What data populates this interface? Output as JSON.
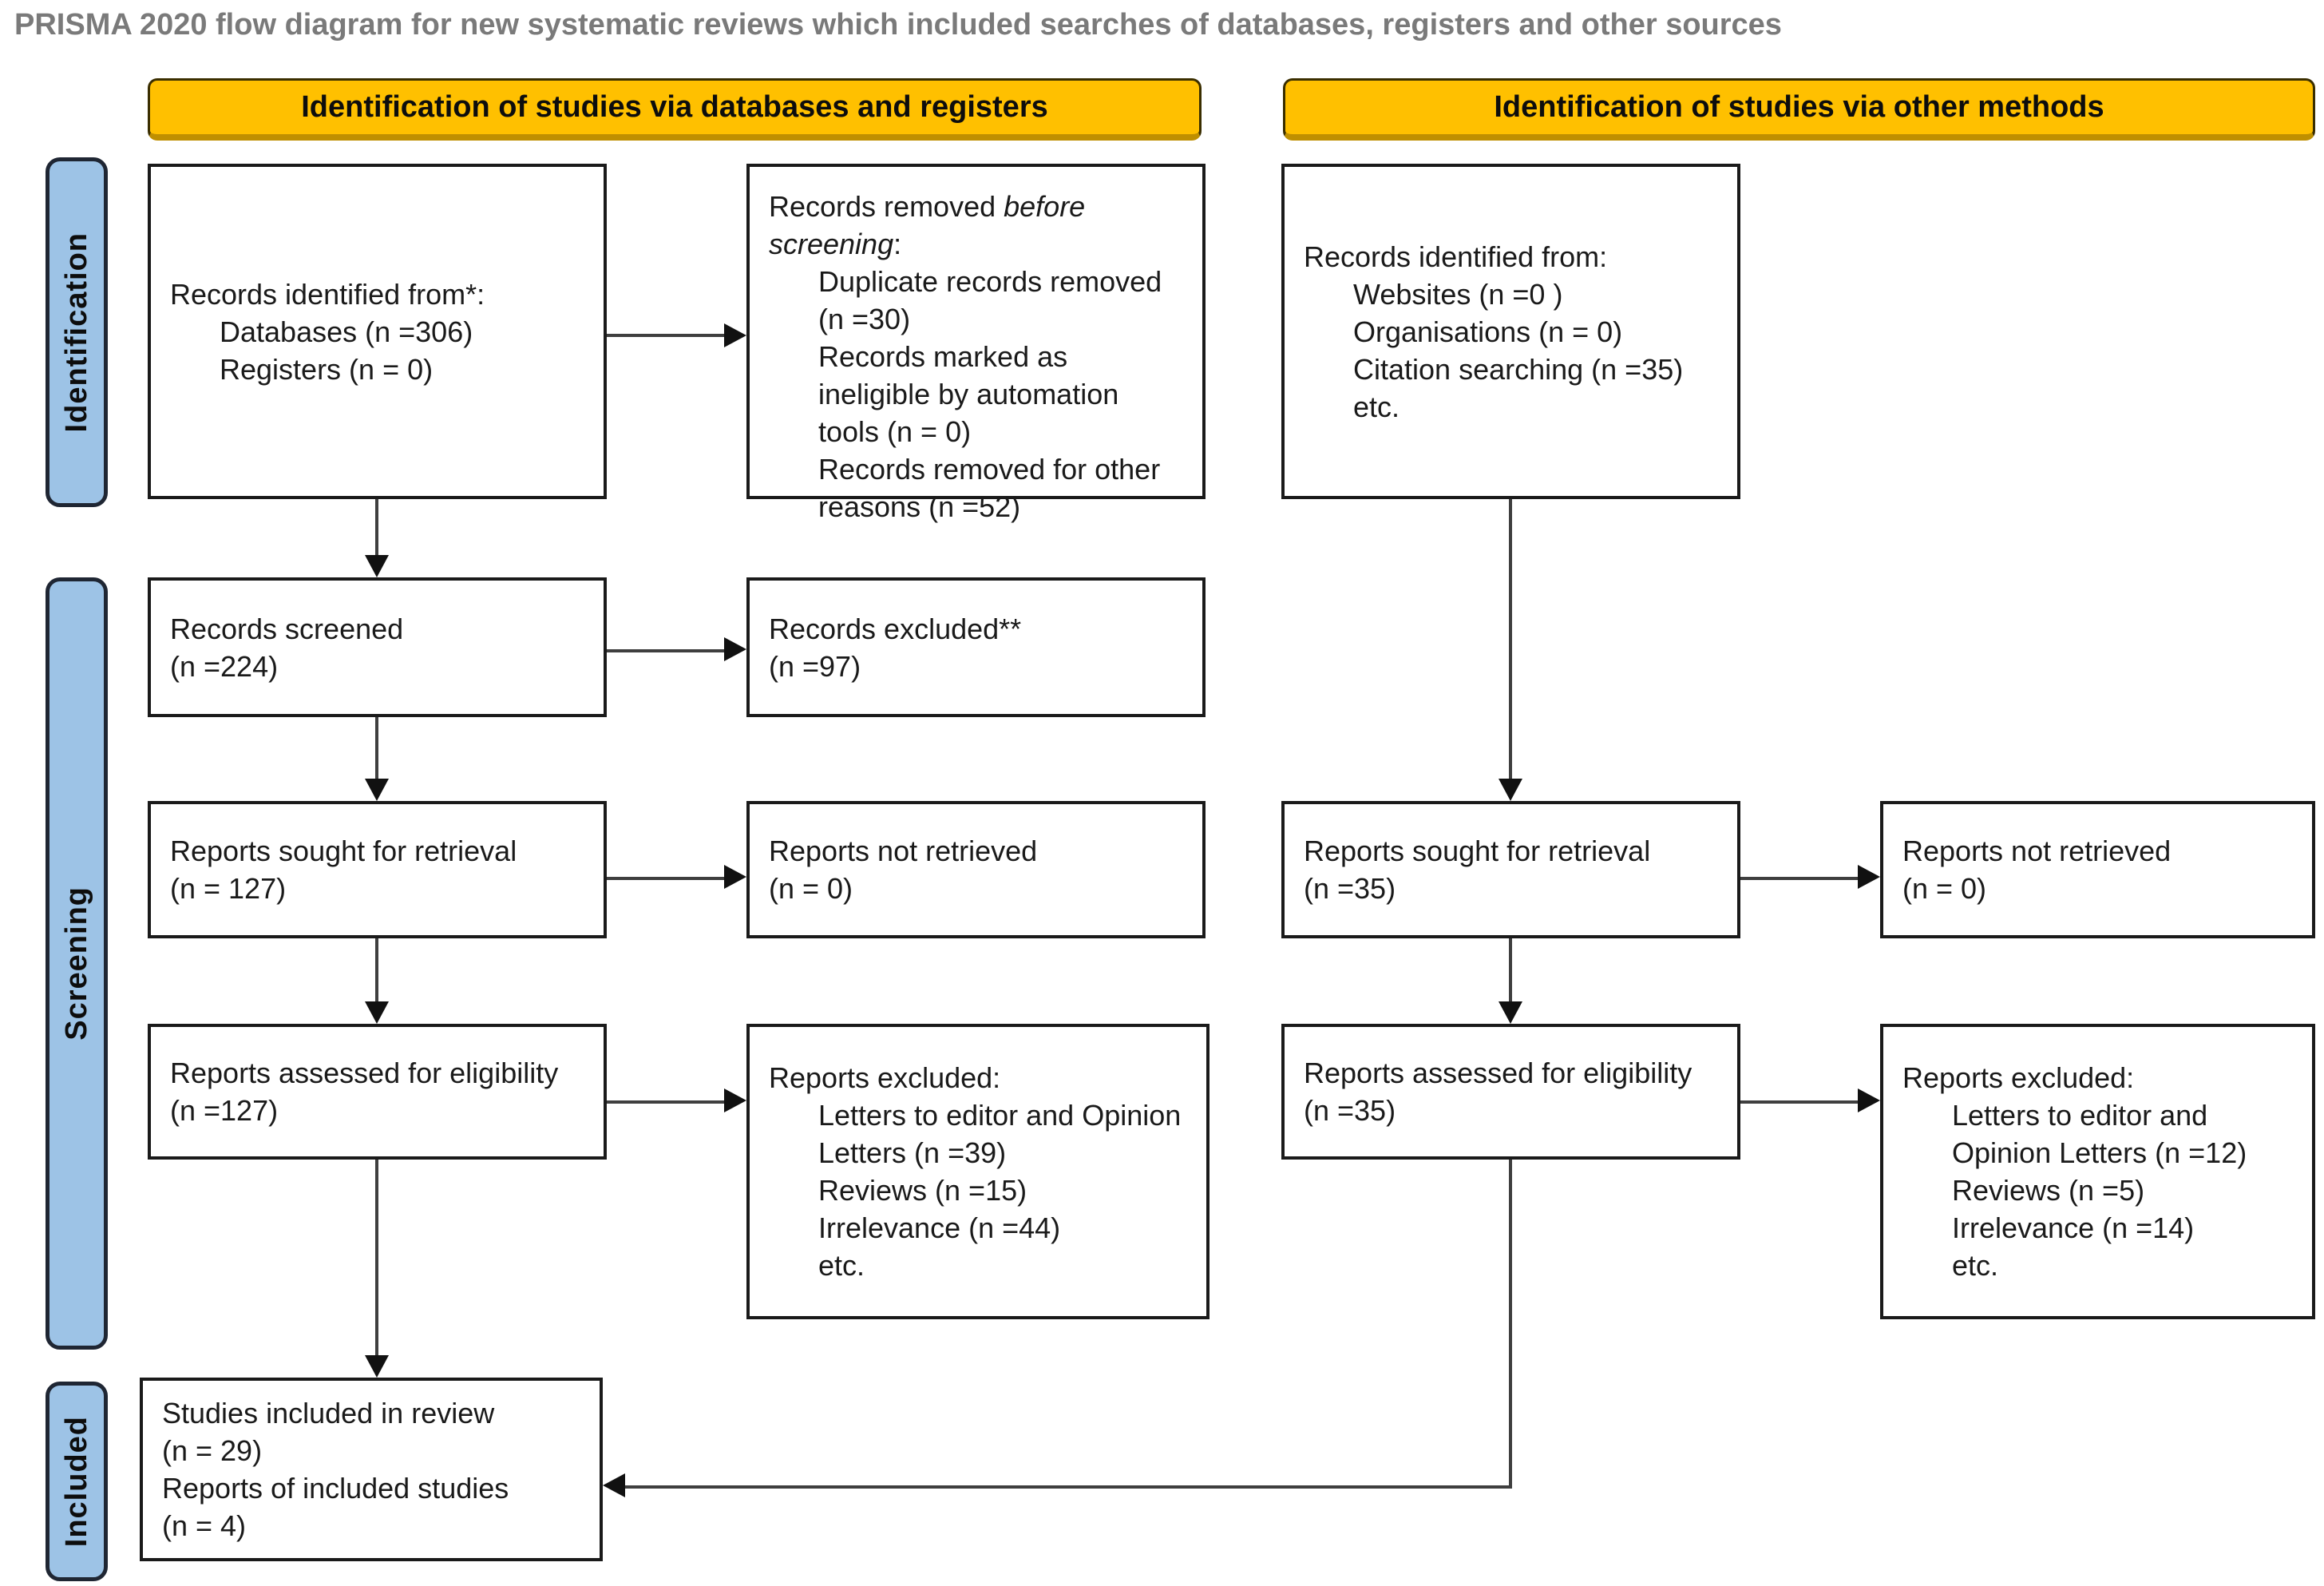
{
  "title": "PRISMA 2020 flow diagram for new systematic reviews which included searches of databases, registers and other sources",
  "banners": {
    "left": "Identification of studies via databases and registers",
    "right": "Identification of studies via other methods"
  },
  "stage_labels": {
    "identification": "Identification",
    "screening": "Screening",
    "included": "Included"
  },
  "colors": {
    "banner_fill": "#FFC000",
    "banner_border": "#BF8F00",
    "stage_fill": "#9DC3E6",
    "stage_border": "#1F2633",
    "box_border": "#1A1A1A",
    "title_color": "#7A7A7A"
  },
  "boxes": {
    "records_identified_db": {
      "line1": "Records identified from*:",
      "line2": "Databases (n =306)",
      "line3": "Registers (n = 0)"
    },
    "records_removed": {
      "prefix": "Records removed ",
      "italic": "before screening",
      "suffix": ":",
      "item1": "Duplicate records removed (n =30)",
      "item2": "Records marked as ineligible by automation tools (n = 0)",
      "item3": "Records removed for other reasons (n =52)"
    },
    "records_identified_other": {
      "line1": "Records identified from:",
      "item1": "Websites (n =0 )",
      "item2": "Organisations (n = 0)",
      "item3": "Citation searching (n =35)",
      "item4": "etc."
    },
    "records_screened": {
      "line1": "Records screened",
      "line2": "(n =224)"
    },
    "records_excluded": {
      "line1": "Records excluded**",
      "line2": "(n =97)"
    },
    "reports_sought_db": {
      "line1": "Reports sought for retrieval",
      "line2": "(n = 127)"
    },
    "reports_not_retrieved_db": {
      "line1": "Reports not retrieved",
      "line2": "(n = 0)"
    },
    "reports_sought_other": {
      "line1": "Reports sought for retrieval",
      "line2": "(n =35)"
    },
    "reports_not_retrieved_other": {
      "line1": "Reports not retrieved",
      "line2": "(n = 0)"
    },
    "reports_assessed_db": {
      "line1": "Reports assessed for eligibility",
      "line2": "(n =127)"
    },
    "reports_excluded_db": {
      "line1": "Reports excluded:",
      "item1": "Letters to editor and Opinion Letters (n =39)",
      "item2": "Reviews (n =15)",
      "item3": "Irrelevance (n =44)",
      "item4": "etc."
    },
    "reports_assessed_other": {
      "line1": "Reports assessed for eligibility",
      "line2": "(n =35)"
    },
    "reports_excluded_other": {
      "line1": "Reports excluded:",
      "item1": "Letters to editor and Opinion Letters (n =12)",
      "item2": "Reviews (n =5)",
      "item3": "Irrelevance (n =14)",
      "item4": "etc."
    },
    "studies_included": {
      "line1": "Studies included in review",
      "line2": "(n = 29)",
      "line3": "Reports of included studies",
      "line4": "(n = 4)"
    }
  }
}
